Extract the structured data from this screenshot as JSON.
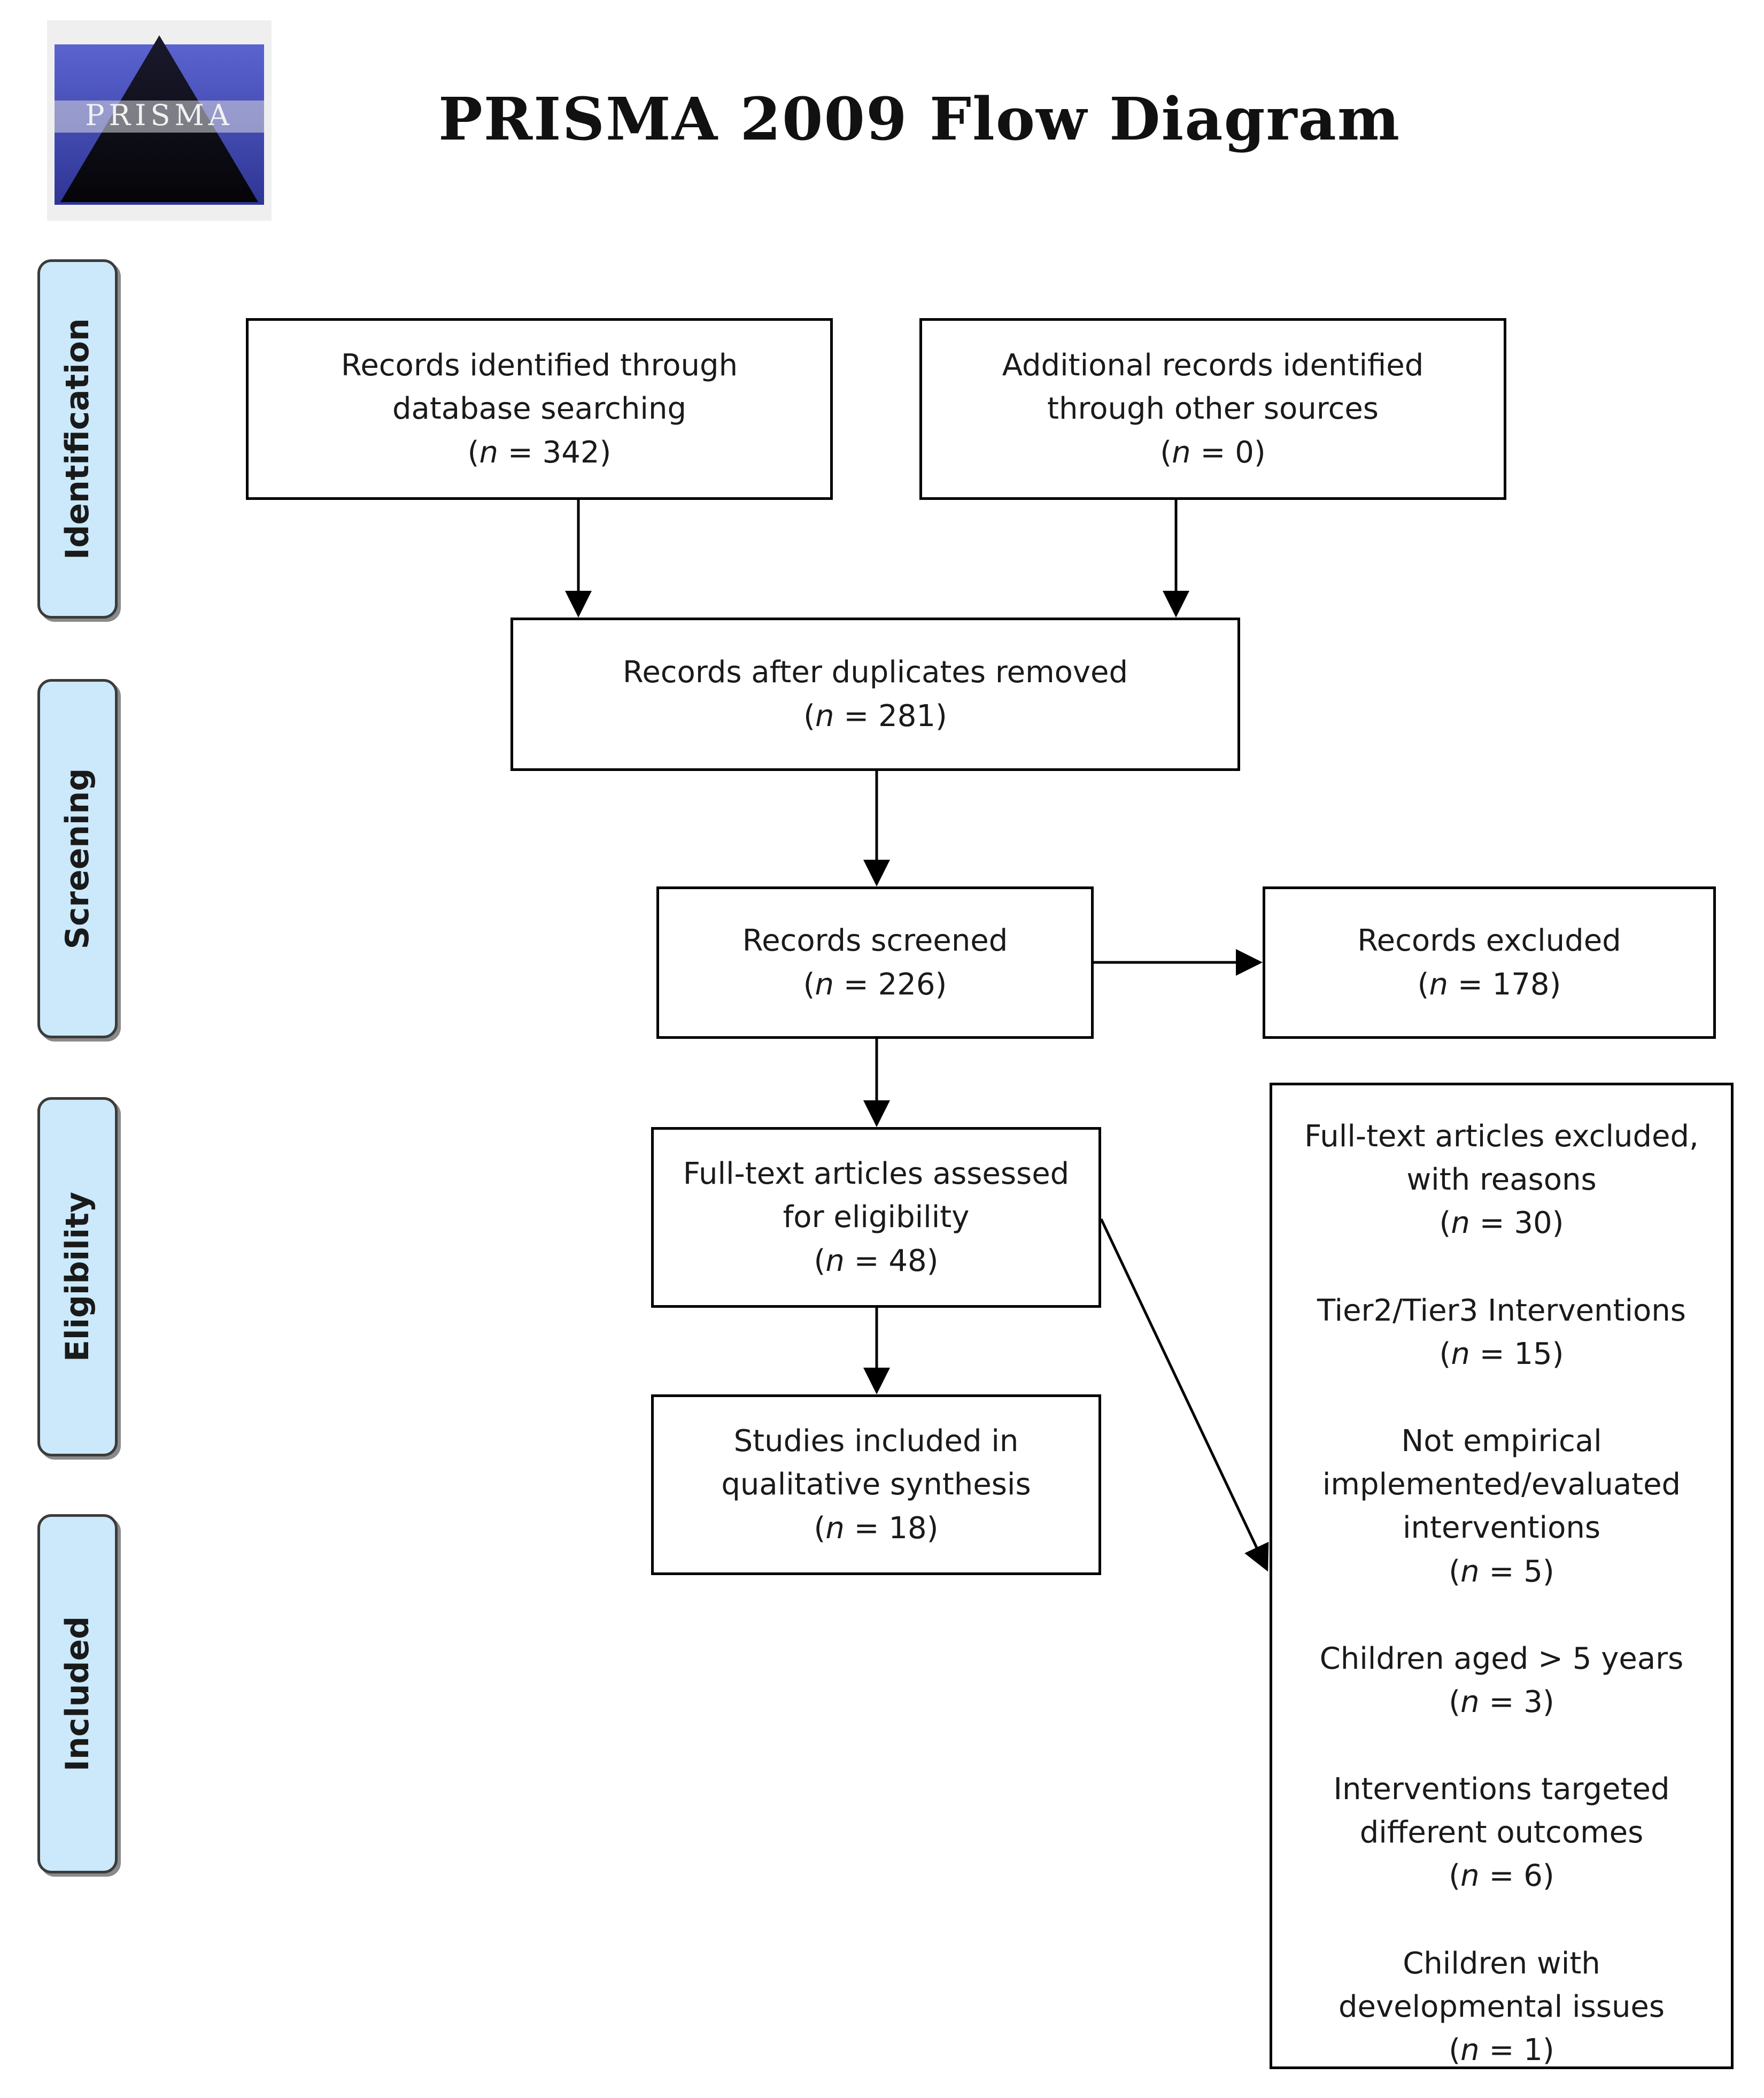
{
  "title": "PRISMA 2009 Flow Diagram",
  "logo": {
    "text": "PRISMA",
    "colors": {
      "background": "#3f49b9",
      "triangle": "#0e0e1c"
    }
  },
  "phases": [
    "Identification",
    "Screening",
    "Eligibility",
    "Included"
  ],
  "boxes": {
    "database": {
      "label": "Records identified through database searching",
      "n": "342"
    },
    "other": {
      "label": "Additional records identified through other sources",
      "n": "0"
    },
    "duplicates": {
      "label": "Records after duplicates removed",
      "n": "281"
    },
    "screened": {
      "label": "Records screened",
      "n": "226"
    },
    "excluded": {
      "label": "Records excluded",
      "n": "178"
    },
    "fulltext": {
      "label": "Full-text articles assessed for eligibility",
      "n": "48"
    },
    "included": {
      "label": "Studies included in qualitative synthesis",
      "n": "18"
    }
  },
  "fulltext_excluded": {
    "label": "Full-text articles excluded, with reasons",
    "n": "30",
    "reasons": [
      {
        "label": "Tier2/Tier3 Interventions",
        "n": "15"
      },
      {
        "label": "Not empirical implemented/evaluated interventions",
        "n": "5"
      },
      {
        "label": "Children aged > 5 years",
        "n": "3"
      },
      {
        "label": "Interventions targeted different outcomes",
        "n": "6"
      },
      {
        "label": "Children with developmental issues",
        "n": "1"
      }
    ]
  },
  "colors": {
    "phase_fill": "#cbe9fb",
    "border": "#000000"
  }
}
